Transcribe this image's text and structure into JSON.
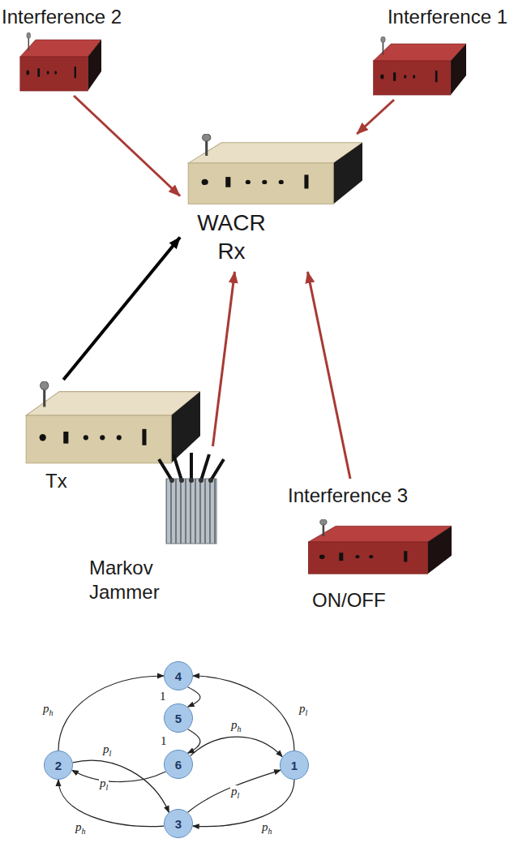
{
  "diagram": {
    "nodes": [
      {
        "text": [
          "Interference 2"
        ]
      },
      {
        "text": [
          "Interference 1"
        ]
      },
      {
        "text": [
          "WACR Rx"
        ]
      },
      {
        "text": [
          "Tx"
        ]
      },
      {
        "text": [
          "Markov Jammer"
        ]
      },
      {
        "text": [
          "Interference 3",
          "ON/OFF"
        ]
      },
      {
        "text": [
          "4"
        ]
      },
      {
        "text": [
          "5"
        ]
      },
      {
        "text": [
          "2"
        ]
      },
      {
        "text": [
          "6"
        ]
      },
      {
        "text": [
          "1"
        ]
      },
      {
        "text": [
          "3"
        ]
      }
    ],
    "edges": [
      {
        "from": 0,
        "to": 2,
        "arrow": "to"
      },
      {
        "from": 1,
        "to": 2,
        "arrow": "to"
      },
      {
        "from": 3,
        "to": 2,
        "arrow": "to"
      },
      {
        "from": 4,
        "to": 2,
        "arrow": "to"
      },
      {
        "from": 5,
        "to": 2,
        "arrow": "to"
      },
      {
        "from": 8,
        "to": 6,
        "label": "ph",
        "arrow": "to"
      },
      {
        "from": 10,
        "to": 6,
        "label": "pl",
        "arrow": "to"
      },
      {
        "from": 6,
        "to": 7,
        "label": "1",
        "arrow": "to"
      },
      {
        "from": 7,
        "to": 9,
        "label": "1",
        "arrow": "to"
      },
      {
        "from": 9,
        "to": 10,
        "label": "ph",
        "arrow": "to"
      },
      {
        "from": 9,
        "to": 8,
        "label": "pl",
        "arrow": "to"
      },
      {
        "from": 8,
        "to": 11,
        "label": "pl",
        "arrow": "to"
      },
      {
        "from": 11,
        "to": 10,
        "label": "pl",
        "arrow": "to"
      },
      {
        "from": 10,
        "to": 11,
        "label": "ph",
        "arrow": "to"
      },
      {
        "from": 11,
        "to": 8,
        "label": "ph",
        "arrow": "to"
      }
    ]
  }
}
